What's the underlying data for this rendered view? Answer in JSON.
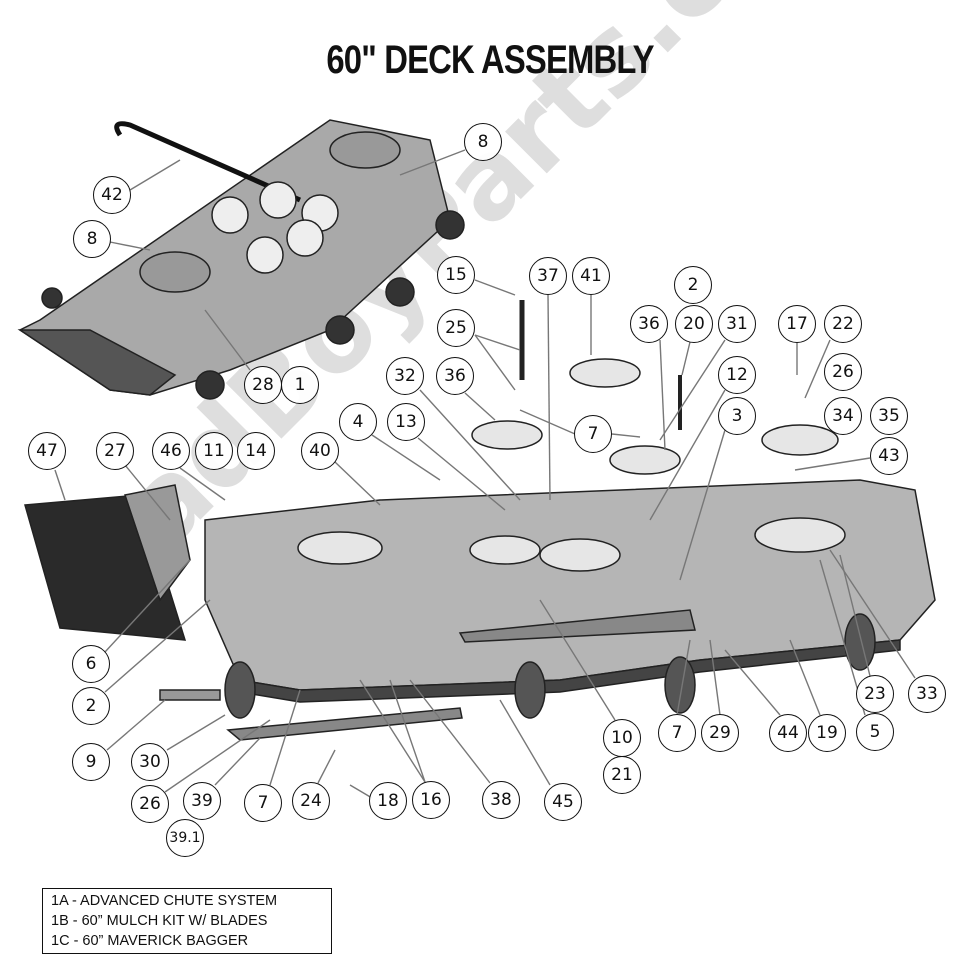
{
  "title": "60\" DECK ASSEMBLY",
  "watermark": "BadBoyParts.com",
  "callouts": [
    "42",
    "8",
    "8",
    "28",
    "1",
    "15",
    "37",
    "41",
    "2",
    "25",
    "36",
    "20",
    "31",
    "17",
    "22",
    "32",
    "36",
    "12",
    "26",
    "7",
    "3",
    "34",
    "35",
    "43",
    "4",
    "13",
    "40",
    "47",
    "27",
    "46",
    "11",
    "14",
    "6",
    "2",
    "9",
    "30",
    "26",
    "39",
    "7",
    "24",
    "18",
    "16",
    "39.1",
    "38",
    "45",
    "10",
    "21",
    "7",
    "29",
    "44",
    "19",
    "5",
    "23",
    "33"
  ],
  "legend": [
    "1A - ADVANCED CHUTE SYSTEM",
    "1B - 60” MULCH KIT W/ BLADES",
    "1C - 60” MAVERICK BAGGER"
  ]
}
